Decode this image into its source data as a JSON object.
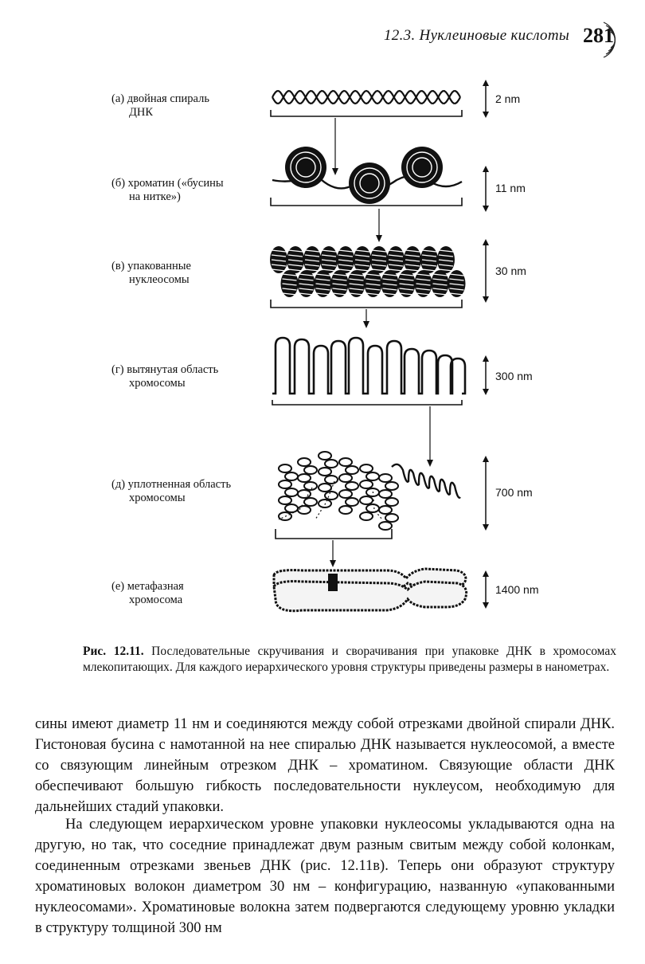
{
  "header": {
    "title": "12.3. Нуклеиновые кислоты",
    "page_number": "281"
  },
  "figure": {
    "levels": [
      {
        "label_line1": "(а) двойная спираль",
        "label_line2": "ДНК",
        "size": "2 nm"
      },
      {
        "label_line1": "(б) хроматин («бусины",
        "label_line2": "на нитке»)",
        "size": "11 nm"
      },
      {
        "label_line1": "(в) упакованные",
        "label_line2": "нуклеосомы",
        "size": "30 nm"
      },
      {
        "label_line1": "(г) вытянутая область",
        "label_line2": "хромосомы",
        "size": "300 nm"
      },
      {
        "label_line1": "(д) уплотненная область",
        "label_line2": "хромосомы",
        "size": "700 nm"
      },
      {
        "label_line1": "(е) метафазная",
        "label_line2": "хромосома",
        "size": "1400 nm"
      }
    ],
    "caption_label": "Рис. 12.11.",
    "caption_text": "Последовательные скручивания и сворачивания при упаковке ДНК в хромосомах млекопитающих. Для каждого иерархического уровня структуры приведены размеры в нанометрах."
  },
  "body": {
    "paragraph1": "сины имеют диаметр 11 нм и соединяются между собой отрезками двойной спирали ДНК. Гистоновая бусина с намотанной на нее спиралью ДНК называется нуклеосомой, а вместе со связующим линейным отрезком ДНК – хроматином. Связующие области ДНК обеспечивают большую гибкость последовательности нуклеусом, необходимую для дальнейших стадий упаковки.",
    "paragraph2": "На следующем иерархическом уровне упаковки нуклеосомы укладываются одна на другую, но так, что соседние принадлежат двум разным свитым между собой колонкам, соединенным отрезками звеньев ДНК (рис. 12.11в). Теперь они образуют структуру хроматиновых волокон диаметром 30 нм – конфигурацию, названную «упакованными нуклеосомами». Хроматиновые волокна затем подвергаются следующему уровню укладки в структуру толщиной 300 нм"
  }
}
